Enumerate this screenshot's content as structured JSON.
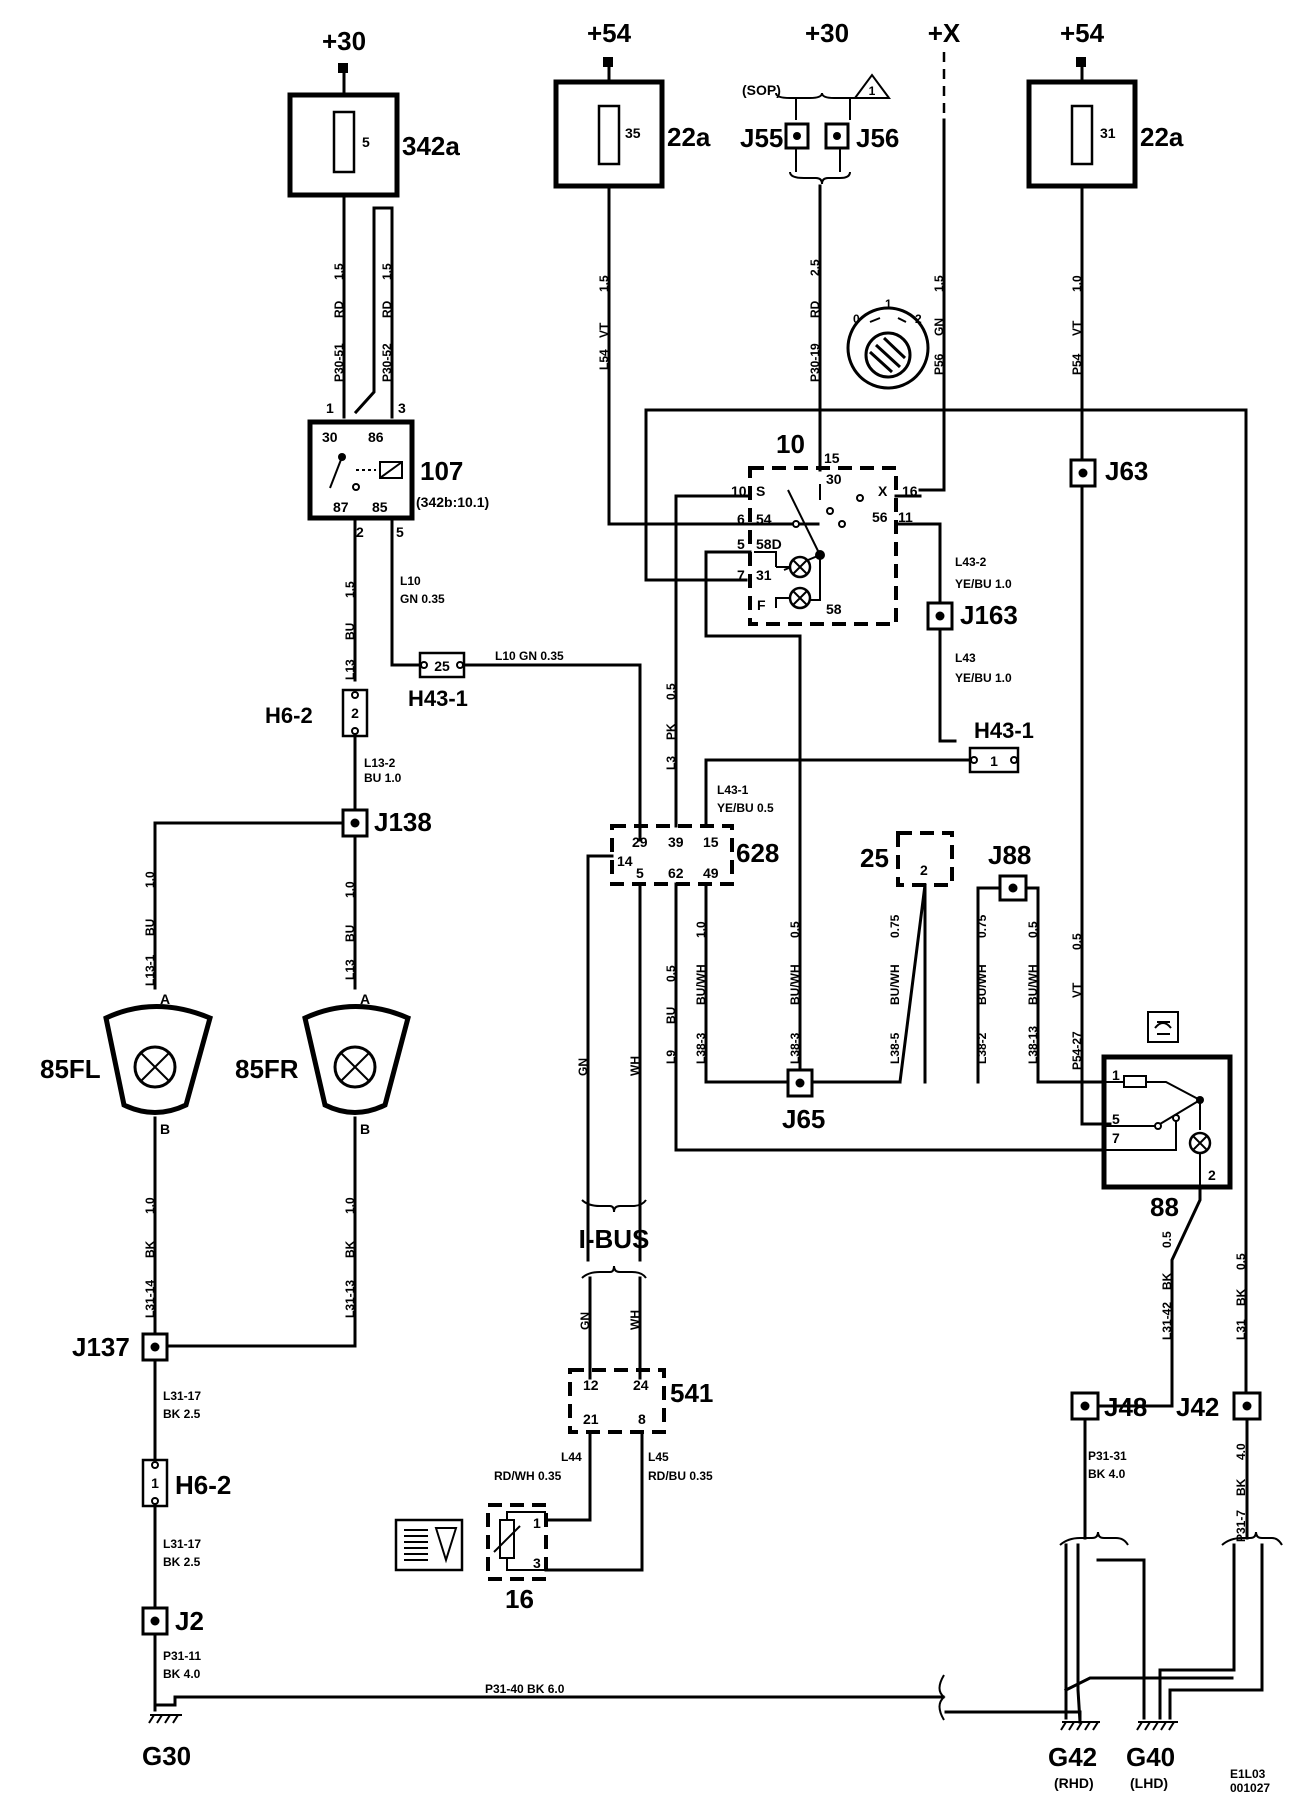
{
  "diagram": {
    "terminals": {
      "t30_left": "+30",
      "t54_left": "+54",
      "t30_center": "+30",
      "tx": "+X",
      "t54_right": "+54"
    },
    "fuses": {
      "f342a_num": "5",
      "f342a_label": "342a",
      "f22a1_num": "35",
      "f22a1_label": "22a",
      "f22a2_num": "31",
      "f22a2_label": "22a"
    },
    "sop_label": "(SOP)",
    "warning_num": "1",
    "ignition_positions": [
      "0",
      "1",
      "2"
    ],
    "relay_107": {
      "label": "107",
      "ref": "(342b:10.1)",
      "pins": [
        "30",
        "86",
        "87",
        "85"
      ],
      "pin_nums": [
        "1",
        "3",
        "2",
        "5"
      ]
    },
    "switch_10": {
      "label": "10",
      "pin_top": "15",
      "pin_top2": "30",
      "left_pins": [
        "10",
        "6",
        "5",
        "7"
      ],
      "inner_left": [
        "S",
        "54",
        "58D",
        "31",
        "F"
      ],
      "right_pins": [
        "X",
        "16",
        "56",
        "11"
      ],
      "inner_58": "58"
    },
    "unit_628": {
      "label": "628",
      "pins": [
        "29",
        "39",
        "15",
        "14",
        "5",
        "62",
        "49"
      ]
    },
    "unit_25": {
      "label": "25",
      "pin": "2"
    },
    "unit_541": {
      "label": "541",
      "pins": [
        "12",
        "24",
        "21",
        "8"
      ]
    },
    "unit_16": {
      "label": "16",
      "pins": [
        "1",
        "3"
      ]
    },
    "unit_88": {
      "label": "88",
      "pins": [
        "1",
        "5",
        "7",
        "2"
      ]
    },
    "lamps": {
      "fl": "85FL",
      "fr": "85FR",
      "a": "A",
      "b": "B"
    },
    "connectors": {
      "j55": "J55",
      "j56": "J56",
      "j63": "J63",
      "j163": "J163",
      "j138": "J138",
      "j137": "J137",
      "j2": "J2",
      "j88": "J88",
      "j65": "J65",
      "j48": "J48",
      "j42": "J42",
      "h6_2a": "H6-2",
      "h6_2a_num": "2",
      "h6_2b": "H6-2",
      "h6_2b_num": "1",
      "h43_1a": "H43-1",
      "h43_1a_num": "25",
      "h43_1b": "H43-1",
      "h43_1b_num": "1"
    },
    "ibus": "I-BUS",
    "grounds": {
      "g30": "G30",
      "g42": "G42",
      "g40": "G40",
      "rhd": "(RHD)",
      "lhd": "(LHD)"
    },
    "drawing_code": "E1L03",
    "drawing_num": "001027",
    "wires": {
      "p30_51": "P30-51",
      "p30_51_col": "RD",
      "p30_51_sz": "1.5",
      "p30_52": "P30-52",
      "p30_52_col": "RD",
      "p30_52_sz": "1.5",
      "l54": "L54",
      "l54_col": "VT",
      "l54_sz": "1.5",
      "p30_19": "P30-19",
      "p30_19_col": "RD",
      "p30_19_sz": "2.5",
      "p56": "P56",
      "p56_col": "GN",
      "p56_sz": "1.5",
      "p54": "P54",
      "p54_col": "VT",
      "p54_sz": "1.0",
      "l13": "L13",
      "l13_col": "BU",
      "l13_sz": "1.5",
      "l10a": "L10",
      "l10a_colsz": "GN     0.35",
      "l10b": "L10     GN     0.35",
      "l13_2": "L13-2",
      "l13_2_colsz": "BU     1.0",
      "l43_2": "L43-2",
      "l43_2_colsz": "YE/BU     1.0",
      "l43": "L43",
      "l43_colsz": "YE/BU     1.0",
      "l43_1": "L43-1",
      "l43_1_colsz": "YE/BU     0.5",
      "l3": "L3",
      "l3_col": "PK",
      "l3_sz": "0.5",
      "l13_1": "L13-1",
      "l13_1_col": "BU",
      "l13_1_sz": "1.0",
      "l13r": "L13",
      "l13r_col": "BU",
      "l13r_sz": "1.0",
      "l9": "L9",
      "l9_col": "BU",
      "l9_sz": "0.5",
      "l38_3a": "L38-3",
      "l38_3a_col": "BU/WH",
      "l38_3a_sz": "1.0",
      "l38_3b": "L38-3",
      "l38_3b_col": "BU/WH",
      "l38_3b_sz": "0.5",
      "l38_5": "L38-5",
      "l38_5_col": "BU/WH",
      "l38_5_sz": "0.75",
      "l38_2": "L38-2",
      "l38_2_col": "BU/WH",
      "l38_2_sz": "0.75",
      "l38_13": "L38-13",
      "l38_13_col": "BU/WH",
      "l38_13_sz": "0.5",
      "p54_27": "P54-27",
      "p54_27_col": "VT",
      "p54_27_sz": "0.5",
      "gn1": "GN",
      "wh1": "WH",
      "gn2": "GN",
      "wh2": "WH",
      "l31_14": "L31-14",
      "l31_14_col": "BK",
      "l31_14_sz": "1.0",
      "l31_13": "L31-13",
      "l31_13_col": "BK",
      "l31_13_sz": "1.0",
      "l31_17a": "L31-17",
      "l31_17a_colsz": "BK     2.5",
      "l31_17b": "L31-17",
      "l31_17b_colsz": "BK     2.5",
      "p31_11": "P31-11",
      "p31_11_colsz": "BK     4.0",
      "p31_40": "P31-40     BK     6.0",
      "l44": "L44",
      "l44_colsz": "RD/WH     0.35",
      "l45": "L45",
      "l45_colsz": "RD/BU     0.35",
      "l31_42": "L31-42",
      "l31_42_col": "BK",
      "l31_42_sz": "0.5",
      "l31": "L31",
      "l31_col": "BK",
      "l31_sz": "0.5",
      "p31_31": "P31-31",
      "p31_31_colsz": "BK     4.0",
      "p31_7": "P31-7",
      "p31_7_col": "BK",
      "p31_7_sz": "4.0"
    }
  }
}
